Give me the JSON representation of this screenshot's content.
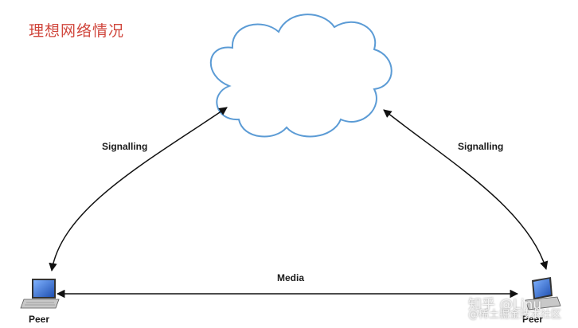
{
  "title": "理想网络情况",
  "labels": {
    "signalling_left": "Signalling",
    "signalling_right": "Signalling",
    "media": "Media",
    "peer_left": "Peer",
    "peer_right": "Peer"
  },
  "watermark": {
    "line1": "知乎 @Linu",
    "line2": "@稀土掘金技术社区"
  },
  "colors": {
    "title": "#d0463c",
    "cloud_stroke": "#5b9bd5",
    "arrow": "#111111",
    "laptop_screen": "#2f6fd1"
  },
  "icons": {
    "cloud": "cloud-icon",
    "laptop": "laptop-icon"
  }
}
